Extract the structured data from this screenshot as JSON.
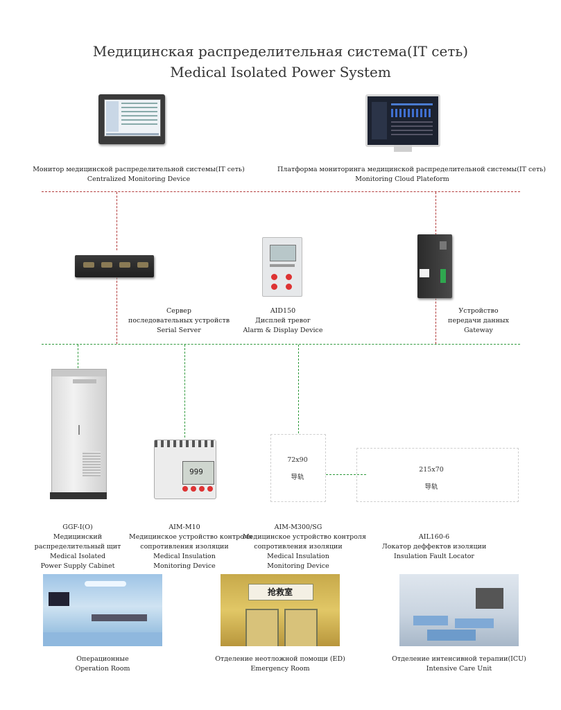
{
  "header": {
    "title_ru": "Медицинская распределительная система(IT сеть)",
    "title_en": "Medical Isolated Power System"
  },
  "top": {
    "monitor": {
      "ru": "Монитор медицинской распределительной системы(IT сеть)",
      "en": "Centralized Monitoring Device"
    },
    "cloud": {
      "ru": "Платформа мониторинга медицинской распределительной системы(IT сеть)",
      "en": "Monitoring Cloud Plateform"
    }
  },
  "middle": {
    "serial": {
      "l1": "Сервер",
      "l2": "последовательных устройств",
      "l3": "Serial Server"
    },
    "alarm": {
      "l1": "AID150",
      "l2": "Дисплей тревог",
      "l3": "Alarm & Display Device"
    },
    "gateway": {
      "l1": "Устройство",
      "l2": "передачи данных",
      "l3": "Gateway"
    }
  },
  "devices": {
    "cabinet": {
      "l1": "GGF-I(O)",
      "l2": "Медицинский",
      "l3": "распределительный щит",
      "l4": "Medical Isolated",
      "l5": "Power Supply Cabinet"
    },
    "aim_m10": {
      "l1": "AIM-M10",
      "l2": "Медицинское устройство контроля",
      "l3": "сопротивления изоляции",
      "l4": "Medical Insulation",
      "l5": "Monitoring Device"
    },
    "aim_m300": {
      "l1": "AIM-M300/SG",
      "l2": "Медицинское устройство контроля",
      "l3": "сопротивления изоляции",
      "l4": "Medical Insulation",
      "l5": "Monitoring Device"
    },
    "ail160": {
      "l1": "AIL160-6",
      "l2": "Локатор деффектов изоляции",
      "l3": "Insulation Fault Locator"
    },
    "placeholder_72": {
      "size": "72x90",
      "rail": "导轨"
    },
    "placeholder_215": {
      "size": "215x70",
      "rail": "导轨"
    }
  },
  "rooms": {
    "operation": {
      "ru": "Операционные",
      "en": "Operation Room"
    },
    "emergency": {
      "ru": "Отделение неотложной помощи (ED)",
      "en": "Emergency Room",
      "sign": "抢救室"
    },
    "icu": {
      "ru": "Отделение интенсивной терапии(ICU)",
      "en": "Intensive Care Unit"
    }
  },
  "screens": {
    "aim_display": "999"
  },
  "colors": {
    "bus_red": "#b23a3a",
    "bus_green": "#2f9a3c",
    "device_gray": "#e8e8e8",
    "panel_dark": "#2c2c2c"
  }
}
